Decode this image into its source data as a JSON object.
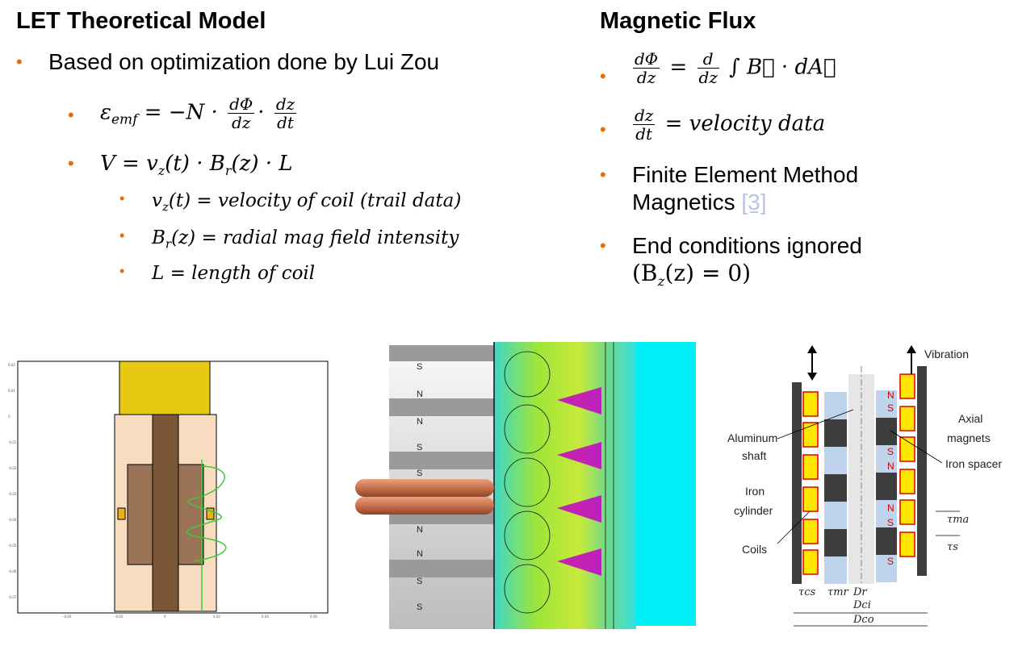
{
  "left": {
    "heading": "LET Theoretical Model",
    "bullet1": "Based on optimization done by Lui Zou",
    "eq_emf": {
      "lhs": "ε",
      "sub": "emf",
      "mid": "= −N ·",
      "f1_num": "dΦ",
      "f1_den": "dz",
      "f2_num": "dz",
      "f2_den": "dt"
    },
    "eq_v": "V =  v_z(t) · B_r(z) · L",
    "eq_v_parts": {
      "a": "V =  v",
      "s1": "z",
      "b": "(t) · B",
      "s2": "r",
      "c": "(z) · L"
    },
    "sub1": {
      "a": "v",
      "s": "z",
      "b": "(t) = velocity of coil (trail data)"
    },
    "sub2": {
      "a": "B",
      "s": "r",
      "b": "(z) = radial mag field intensity"
    },
    "sub3": "L = length of coil"
  },
  "right": {
    "heading": "Magnetic Flux",
    "eq1": {
      "n1": "dΦ",
      "d1": "dz",
      "eq": "=",
      "n2": "d",
      "d2": "dz",
      "rest": "∫ B⃗ · dA⃗"
    },
    "eq2": {
      "n": "dz",
      "d": "dt",
      "rest": "= velocity data"
    },
    "b3_line1": "Finite Element Method",
    "b3_line2": "Magnetics",
    "b3_ref": "[3]",
    "b4_line1": "End conditions ignored",
    "b4_line2": {
      "a": "(B",
      "s": "z",
      "b": "(z) = 0)"
    }
  },
  "figure_right": {
    "vibration": "Vibration",
    "aluminum": "Aluminum",
    "shaft": "shaft",
    "iron": "Iron",
    "cylinder": "cylinder",
    "coils": "Coils",
    "axial": "Axial",
    "magnets": "magnets",
    "iron_spacer": "Iron spacer",
    "tau_ma": "τma",
    "tau_s": "τs",
    "tau_cs": "τcs",
    "tau_mr": "τmr",
    "d_r": "Dr",
    "d_ci": "Dci",
    "d_co": "Dco",
    "n": "N",
    "s": "S"
  },
  "figure_mid": {
    "labels": [
      "S",
      "N",
      "N",
      "S",
      "S",
      "N",
      "N",
      "S",
      "S"
    ]
  },
  "colors": {
    "bullet": "#E46C0A",
    "coil_yellow": "#FFE600",
    "copper": "#C8714A"
  }
}
